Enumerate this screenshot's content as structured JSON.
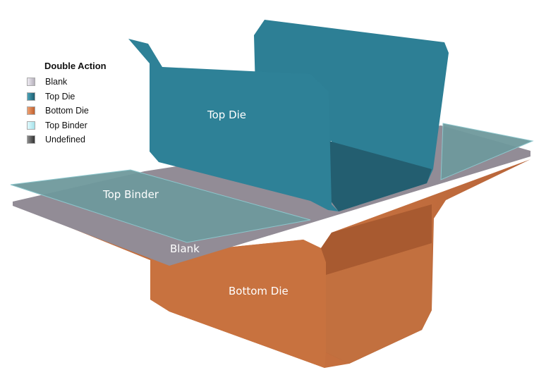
{
  "legend": {
    "title": "Double Action",
    "items": [
      {
        "label": "Blank",
        "color": "#e2dfe8"
      },
      {
        "label": "Top Die",
        "color": "#2e8197"
      },
      {
        "label": "Bottom Die",
        "color": "#d9804a"
      },
      {
        "label": "Top Binder",
        "color": "#bfeef4"
      },
      {
        "label": "Undefined",
        "color": "#5a5a5a"
      }
    ]
  },
  "labels": {
    "top_die": "Top Die",
    "top_binder": "Top Binder",
    "blank": "Blank",
    "bottom_die": "Bottom Die"
  }
}
